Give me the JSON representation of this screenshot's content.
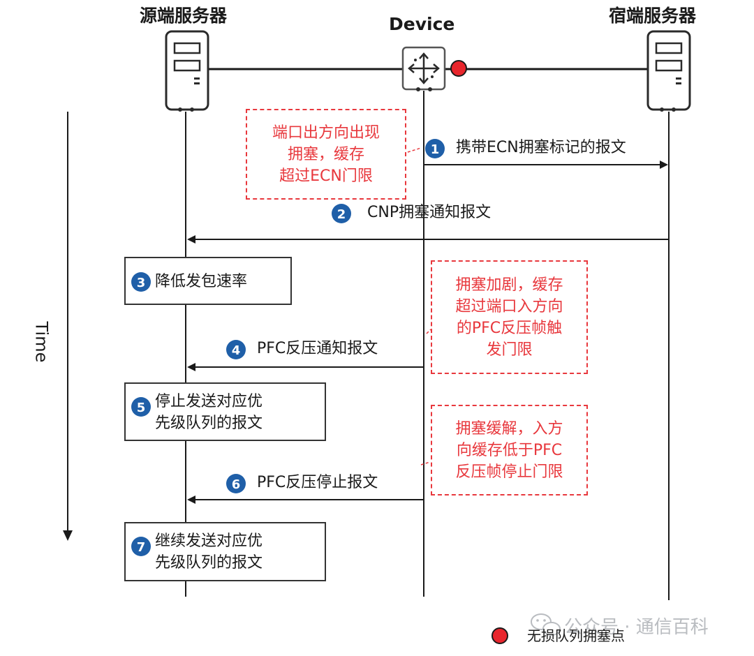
{
  "participants": {
    "source": "源端服务器",
    "device": "Device",
    "sink": "宿端服务器"
  },
  "time_label": "Time",
  "steps": [
    {
      "num": "1",
      "label": "携带ECN拥塞标记的报文"
    },
    {
      "num": "2",
      "label": "CNP拥塞通知报文"
    },
    {
      "num": "3",
      "label": "降低发包速率"
    },
    {
      "num": "4",
      "label": "PFC反压通知报文"
    },
    {
      "num": "5",
      "label_line1": "停止发送对应优",
      "label_line2": "先级队列的报文"
    },
    {
      "num": "6",
      "label": "PFC反压停止报文"
    },
    {
      "num": "7",
      "label_line1": "继续发送对应优",
      "label_line2": "先级队列的报文"
    }
  ],
  "notes": [
    {
      "line1": "端口出方向出现",
      "line2": "拥塞，缓存",
      "line3": "超过ECN门限"
    },
    {
      "line1": "拥塞加剧，缓存",
      "line2": "超过端口入方向",
      "line3": "的PFC反压帧触",
      "line4": "发门限"
    },
    {
      "line1": "拥塞缓解，入方",
      "line2": "向缓存低于PFC",
      "line3": "反压帧停止门限"
    }
  ],
  "legend": {
    "label": "无损队列拥塞点"
  },
  "watermark": {
    "text": "公众号 · 通信百科",
    "icon": "wechat-icon"
  },
  "colors": {
    "accent_red": "#e8383d",
    "step_blue": "#1f5fa8",
    "line": "#1a1a1a"
  }
}
